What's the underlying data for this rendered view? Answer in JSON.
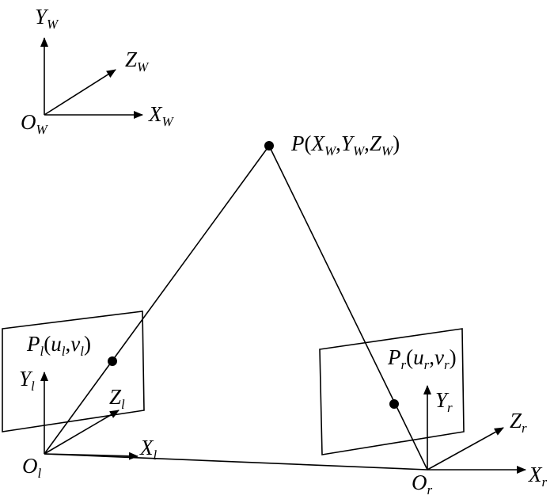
{
  "diagram": {
    "stroke_color": "#000000",
    "background": "#ffffff",
    "world_axes": {
      "origin": {
        "base": "O",
        "sub": "W"
      },
      "y": {
        "base": "Y",
        "sub": "W"
      },
      "z": {
        "base": "Z",
        "sub": "W"
      },
      "x": {
        "base": "X",
        "sub": "W"
      }
    },
    "point_p": {
      "name": "P",
      "open": "(",
      "x": {
        "base": "X",
        "sub": "W"
      },
      "y": {
        "base": "Y",
        "sub": "W"
      },
      "z": {
        "base": "Z",
        "sub": "W"
      },
      "sep": ",",
      "close": ")"
    },
    "left_camera": {
      "origin": {
        "base": "O",
        "sub": "l"
      },
      "x": {
        "base": "X",
        "sub": "l"
      },
      "y": {
        "base": "Y",
        "sub": "l"
      },
      "z": {
        "base": "Z",
        "sub": "l"
      },
      "image_point": {
        "name": "P",
        "name_sub": "l",
        "open": "(",
        "u": "u",
        "u_sub": "l",
        "sep": ",",
        "v": "v",
        "v_sub": "l",
        "close": ")"
      }
    },
    "right_camera": {
      "origin": {
        "base": "O",
        "sub": "r"
      },
      "x": {
        "base": "X",
        "sub": "r"
      },
      "y": {
        "base": "Y",
        "sub": "r"
      },
      "z": {
        "base": "Z",
        "sub": "r"
      },
      "image_point": {
        "name": "P",
        "name_sub": "r",
        "open": "(",
        "u": "u",
        "u_sub": "r",
        "sep": ",",
        "v": "v",
        "v_sub": "r",
        "close": ")"
      }
    }
  }
}
